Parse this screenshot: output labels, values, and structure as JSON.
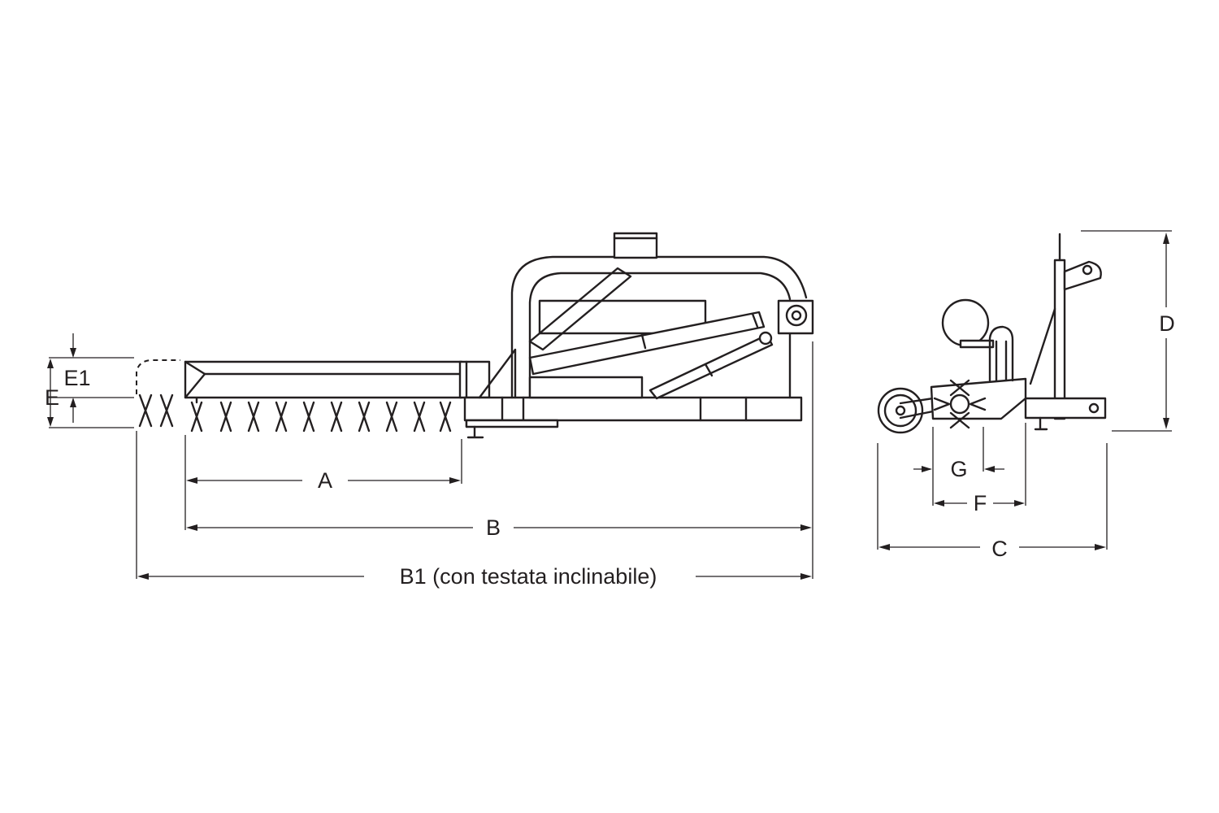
{
  "labels": {
    "A": "A",
    "B": "B",
    "B1": "B1 (con testata inclinabile)",
    "C": "C",
    "D": "D",
    "E": "E",
    "E1": "E1",
    "F": "F",
    "G": "G"
  }
}
